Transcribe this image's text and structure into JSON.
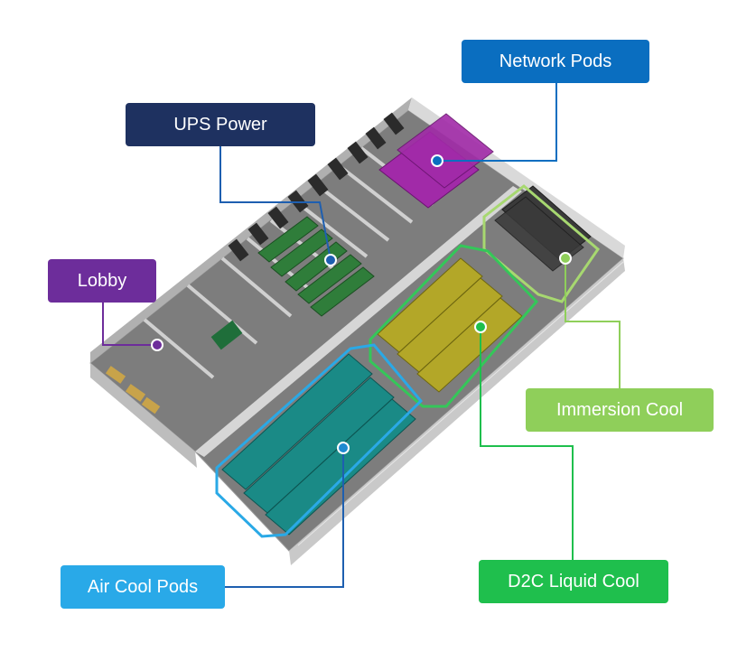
{
  "labels": {
    "network_pods": "Network Pods",
    "ups_power": "UPS Power",
    "lobby": "Lobby",
    "immersion_cool": "Immersion Cool",
    "air_cool_pods": "Air Cool Pods",
    "d2c_liquid_cool": "D2C Liquid Cool"
  },
  "colors": {
    "network_pods": "#0a6ec0",
    "ups_power": "#1e3160",
    "lobby": "#6d2d9b",
    "immersion_cool": "#8fcf5a",
    "air_cool_pods": "#29a9e8",
    "d2c_liquid_cool": "#1fbf4d",
    "floor": "#8a8a8a",
    "wall": "#cfcfcf"
  }
}
